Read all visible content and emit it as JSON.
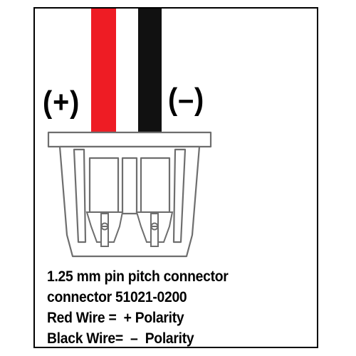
{
  "labels": {
    "positive": "(+)",
    "negative": "(–)"
  },
  "wires": {
    "red": {
      "color": "#ee1c24"
    },
    "black": {
      "color": "#111111"
    }
  },
  "connector": {
    "outline_color": "#6e6e6e",
    "fill_color": "#ffffff"
  },
  "caption": {
    "line1": "1.25 mm pin pitch connector",
    "line2": "connector 51021-0200",
    "line3": "Red Wire =  + Polarity",
    "line4": "Black Wire=  –  Polarity"
  }
}
